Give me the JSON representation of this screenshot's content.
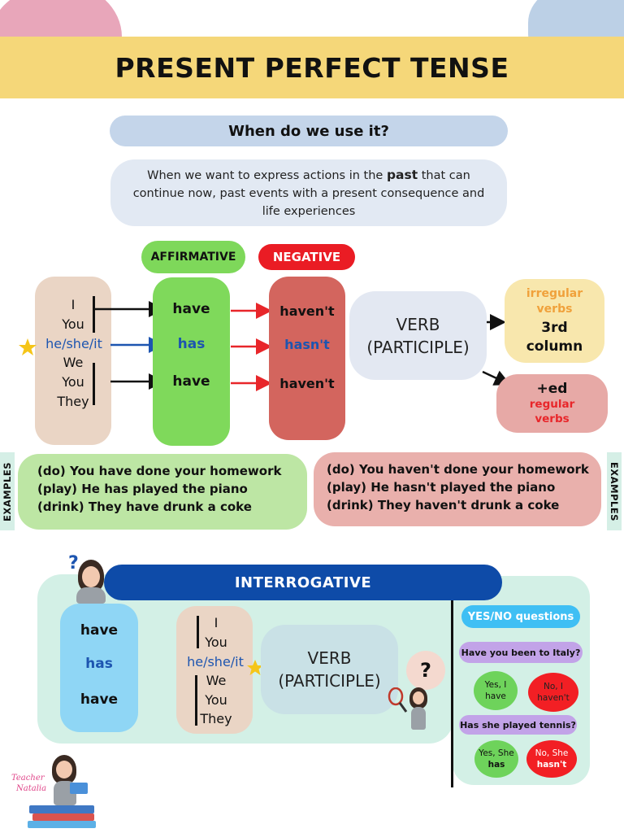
{
  "header": {
    "title": "PRESENT PERFECT TENSE"
  },
  "usage": {
    "question": "When do we use it?",
    "desc_before": "When we want to express actions in the ",
    "desc_bold": "past",
    "desc_after": " that can continue now, past events with a present consequence and life experiences"
  },
  "tags": {
    "affirmative": "AFFIRMATIVE",
    "negative": "NEGATIVE"
  },
  "subjects": {
    "i": "I",
    "you": "You",
    "hsi": "he/she/it",
    "we": "We",
    "you2": "You",
    "they": "They"
  },
  "affirmative": {
    "have1": "have",
    "has": "has",
    "have2": "have"
  },
  "negative": {
    "havent1": "haven't",
    "hasnt": "hasn't",
    "havent2": "haven't"
  },
  "verb": {
    "line1": "VERB",
    "line2": "(PARTICIPLE)"
  },
  "irregular": {
    "label": "irregular verbs",
    "desc": "3rd column"
  },
  "regular": {
    "ending": "+ed",
    "label": "regular verbs"
  },
  "examples": {
    "side_label": "EXAMPLES",
    "affirmative": [
      "(do) You have done your homework",
      "(play) He has played the piano",
      "(drink) They have drunk a coke"
    ],
    "negative": [
      "(do) You haven't done your homework",
      "(play) He hasn't played the piano",
      "(drink) They haven't drunk a coke"
    ]
  },
  "interrogative": {
    "title": "INTERROGATIVE",
    "aux": {
      "have1": "have",
      "has": "has",
      "have2": "have"
    },
    "subjects": {
      "i": "I",
      "you": "You",
      "hsi": "he/she/it",
      "we": "We",
      "you2": "You",
      "they": "They"
    },
    "verb": {
      "line1": "VERB",
      "line2": "(PARTICIPLE)"
    }
  },
  "yesno": {
    "title": "YES/NO questions",
    "q1": "Have you been to Italy?",
    "q1_yes": "Yes, I have",
    "q1_no": "No, I haven't",
    "q2": "Has she played tennis?",
    "q2_yes_a": "Yes, She",
    "q2_yes_b": "has",
    "q2_no_a": "No, She",
    "q2_no_b": "hasn't"
  },
  "signature": {
    "line1": "Teacher",
    "line2": "Natalia"
  },
  "colors": {
    "banner": "#f5d779",
    "affirmative": "#7fd95b",
    "negative": "#d3655e",
    "accent_blue": "#0e4ba8",
    "red_text": "#ea1c24",
    "orange_text": "#f0a13b"
  },
  "icons": [
    "star-icon",
    "question-mark-icon",
    "arrow-right-icon",
    "tennis-racket-icon",
    "avatar-icon"
  ]
}
